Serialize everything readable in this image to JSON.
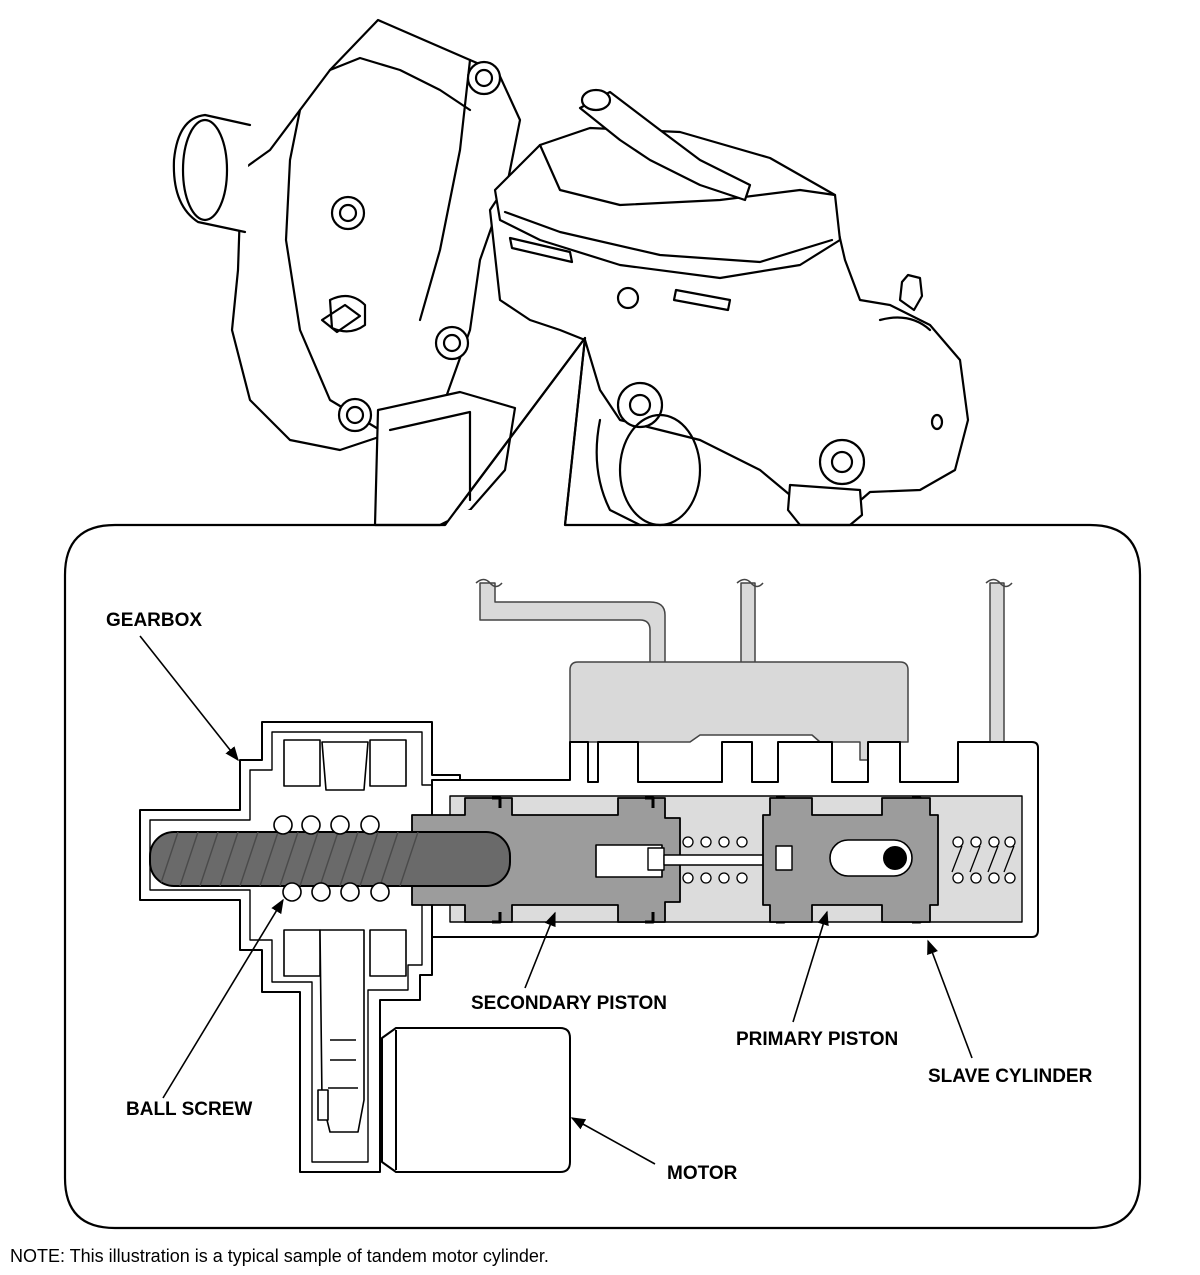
{
  "labels": {
    "gearbox": "GEARBOX",
    "ball_screw": "BALL SCREW",
    "secondary_piston": "SECONDARY PISTON",
    "primary_piston": "PRIMARY PISTON",
    "slave_cylinder": "SLAVE CYLINDER",
    "motor": "MOTOR"
  },
  "note": "NOTE: This illustration is a typical sample of tandem motor cylinder."
}
